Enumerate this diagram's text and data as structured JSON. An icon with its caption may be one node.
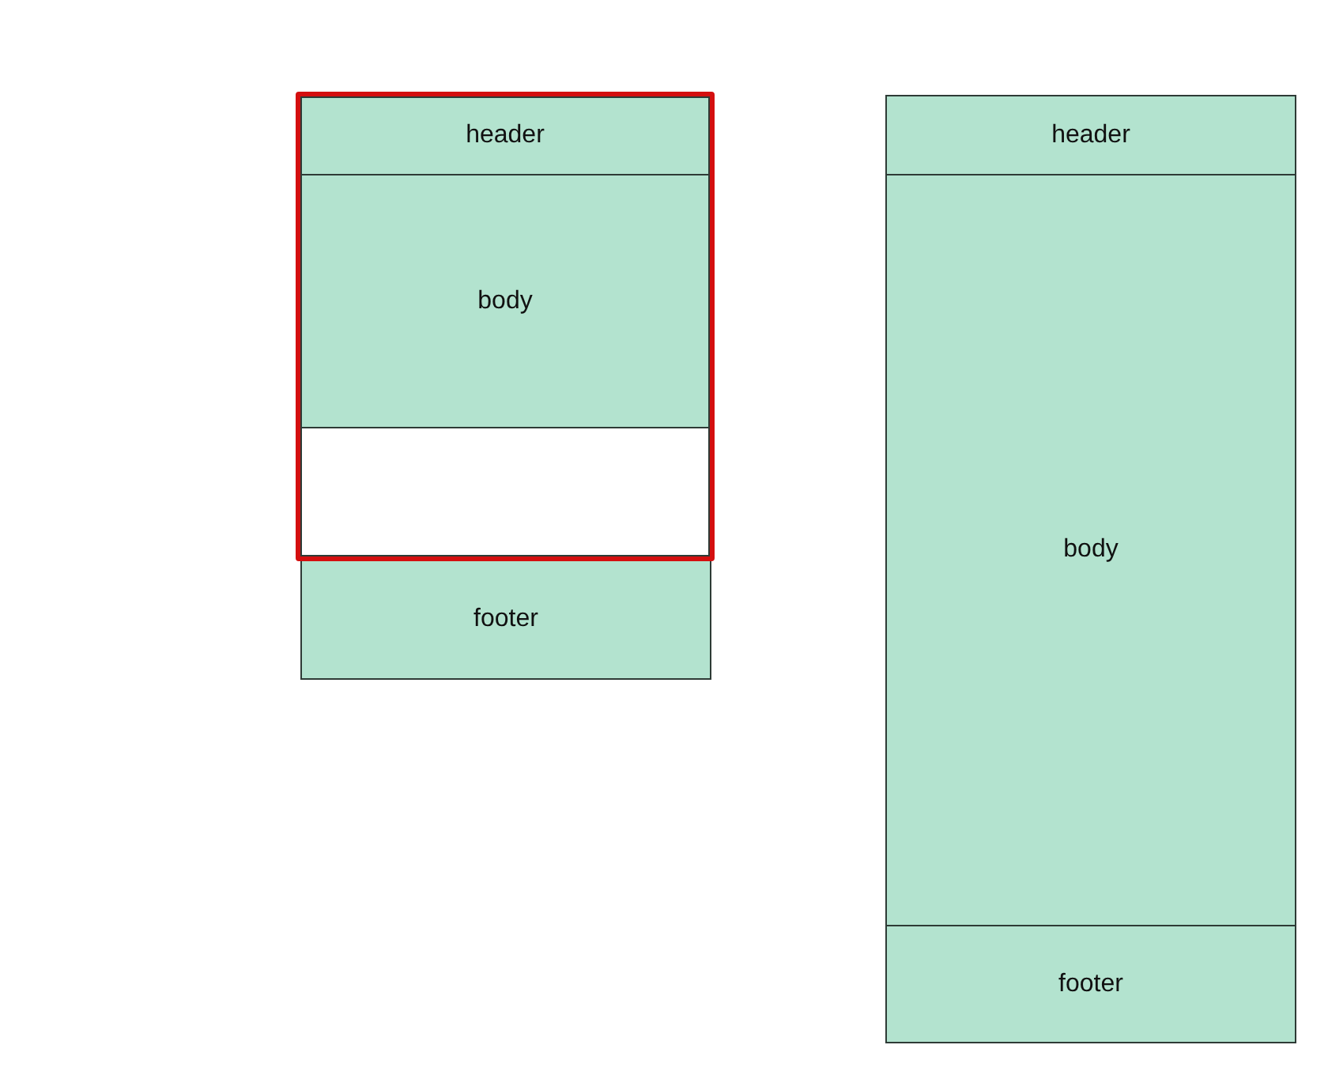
{
  "diagram": {
    "nodes": [
      {
        "text": [],
        "shape": "box"
      },
      {
        "text": [
          "header"
        ],
        "in": 0
      },
      {
        "text": [
          "body"
        ],
        "in": 0
      },
      {
        "text": [],
        "shape": "box",
        "in": 0
      },
      {
        "text": [
          "footer"
        ]
      },
      {
        "text": [
          "header"
        ]
      },
      {
        "text": [
          "body"
        ]
      },
      {
        "text": [
          "footer"
        ]
      }
    ]
  }
}
